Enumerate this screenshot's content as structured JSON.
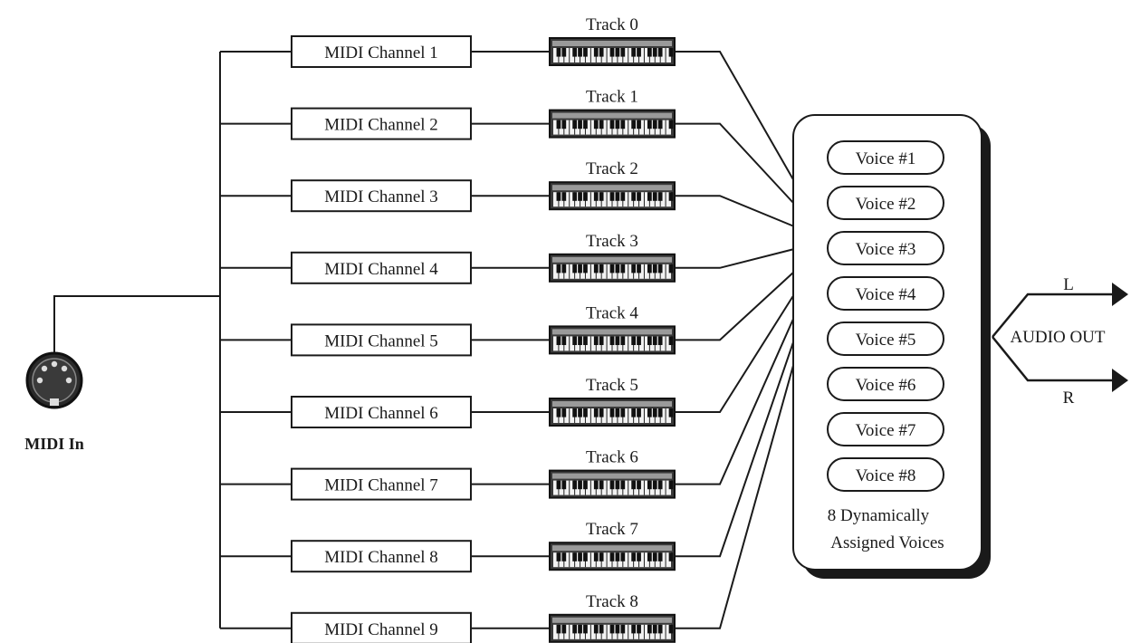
{
  "midi_in": {
    "label": "MIDI In"
  },
  "channels": [
    {
      "label": "MIDI Channel 1",
      "track": "Track 0"
    },
    {
      "label": "MIDI Channel 2",
      "track": "Track 1"
    },
    {
      "label": "MIDI Channel 3",
      "track": "Track 2"
    },
    {
      "label": "MIDI Channel 4",
      "track": "Track 3"
    },
    {
      "label": "MIDI Channel 5",
      "track": "Track 4"
    },
    {
      "label": "MIDI Channel 6",
      "track": "Track 5"
    },
    {
      "label": "MIDI Channel 7",
      "track": "Track 6"
    },
    {
      "label": "MIDI Channel 8",
      "track": "Track 7"
    },
    {
      "label": "MIDI Channel 9",
      "track": "Track 8"
    }
  ],
  "voices": [
    "Voice #1",
    "Voice #2",
    "Voice #3",
    "Voice #4",
    "Voice #5",
    "Voice #6",
    "Voice #7",
    "Voice #8"
  ],
  "voice_caption": {
    "line1": "8 Dynamically",
    "line2": "Assigned Voices"
  },
  "audio_out": {
    "label": "AUDIO OUT",
    "left": "L",
    "right": "R"
  },
  "colors": {
    "ink": "#1a1a1a",
    "background": "#ffffff"
  }
}
